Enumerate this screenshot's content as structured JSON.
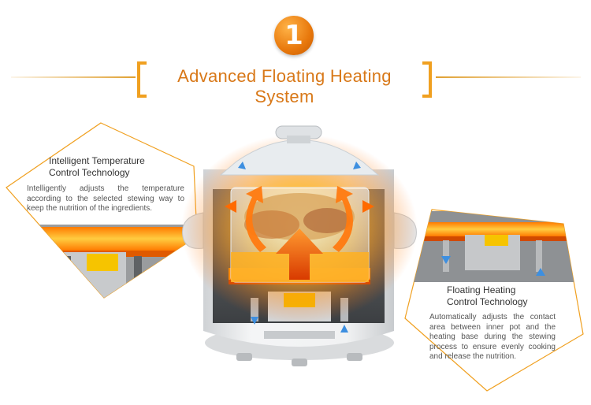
{
  "header": {
    "step_number": "1",
    "title": "Advanced Floating Heating System"
  },
  "callouts": {
    "left": {
      "heading_line1": "Intelligent Temperature",
      "heading_line2": "Control Technology",
      "body": "Intelligently adjusts the temperature according to the selected stewing way to keep the nutrition of the ingredients."
    },
    "right": {
      "heading_line1": "Floating Heating",
      "heading_line2": "Control Technology",
      "body": "Automatically adjusts the contact area between inner pot and the heating base during the stewing process to ensure evenly cooking and release the nutrition."
    }
  },
  "colors": {
    "accent": "#f0a020",
    "title": "#d87818",
    "heat_glow": "#ff8a00",
    "cooker_body": "#e6e8ea"
  }
}
